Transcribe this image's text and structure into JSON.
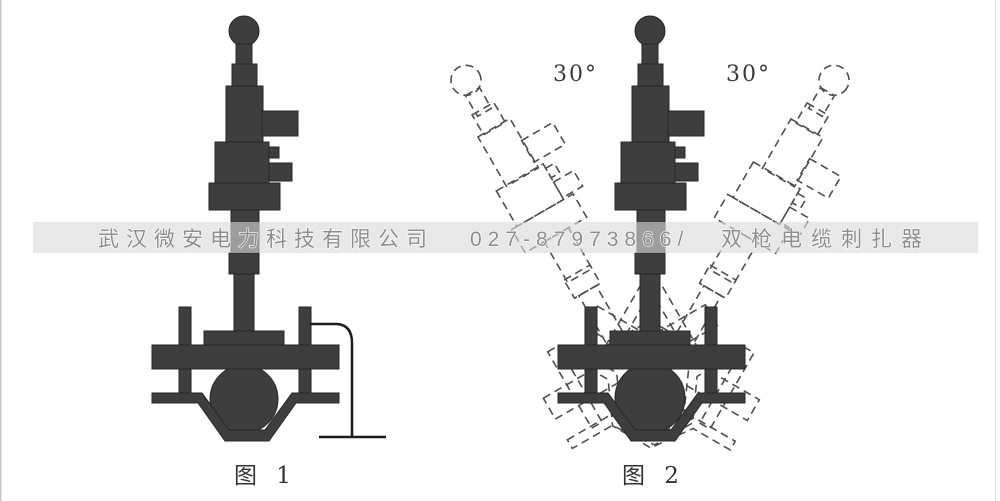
{
  "watermark": {
    "company": "武汉微安电力科技有限公司",
    "phone": "027-87973866/",
    "product": "双枪电缆刺扎器"
  },
  "figure1": {
    "caption": "图 1"
  },
  "figure2": {
    "caption": "图 2",
    "angle_left": "30°",
    "angle_right": "30°"
  },
  "colors": {
    "background": "#ffffff",
    "device_fill": "#3e3e3e",
    "device_stroke": "#262626",
    "ghost_stroke": "#4f4f4f",
    "watermark_band": "#dadada",
    "watermark_text": "#8d8d8d",
    "wire": "#1c1c1c"
  }
}
